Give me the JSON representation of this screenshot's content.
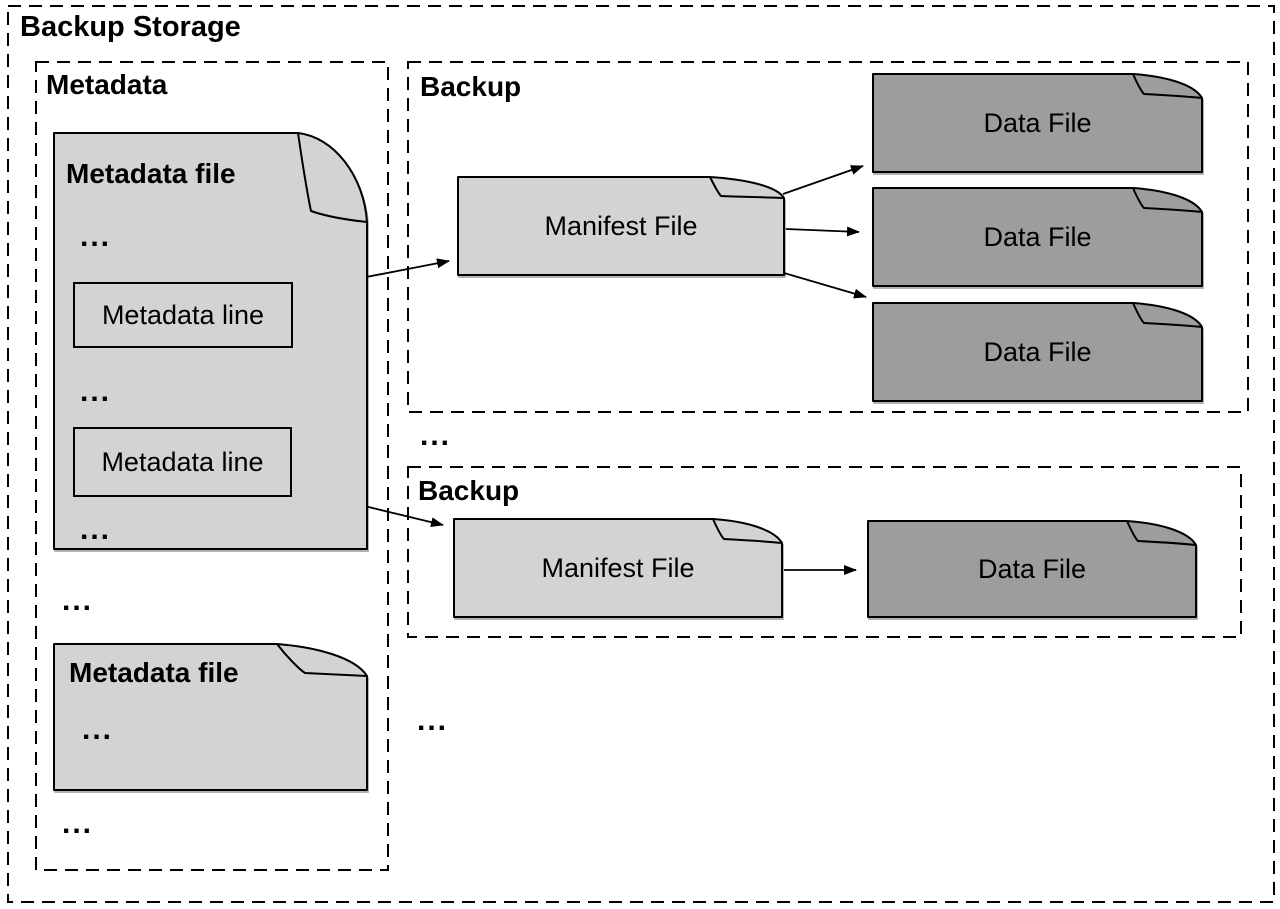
{
  "diagram_title": "Backup Storage",
  "ellipsis": "...",
  "colors": {
    "doc_light": "#d3d3d3",
    "doc_dark": "#9d9d9d",
    "stroke": "#000000",
    "background": "#ffffff"
  },
  "metadata_section": {
    "label": "Metadata",
    "metadata_file_1": {
      "title": "Metadata file",
      "lines": [
        {
          "label": "Metadata line"
        },
        {
          "label": "Metadata line"
        }
      ]
    },
    "metadata_file_2": {
      "title": "Metadata file"
    }
  },
  "backup_section_1": {
    "label": "Backup",
    "manifest_file": "Manifest File",
    "data_files": [
      "Data File",
      "Data File",
      "Data File"
    ]
  },
  "backup_section_2": {
    "label": "Backup",
    "manifest_file": "Manifest File",
    "data_files": [
      "Data File"
    ]
  }
}
